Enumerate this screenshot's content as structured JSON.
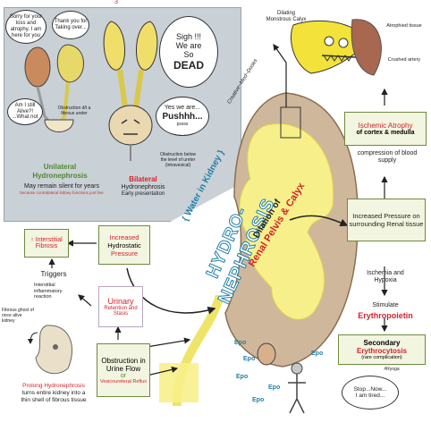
{
  "top_mark": "3",
  "unilateral": {
    "title_line1": "Unilateral",
    "title_line2": "Hydronephrosis",
    "desc_line1": "May remain silent for years",
    "desc_line2": "because contralateral kidney functions just fine"
  },
  "bilateral": {
    "title_line1": "Bilateral",
    "title_line2": "Hydronephrosis",
    "desc": "Early presentation"
  },
  "bubbles": {
    "sorry": "Sorry for your loss and atrophy. I am here for you",
    "thank_you": "Thank you for Taking over...",
    "still_alive": "Am I still Alive?! ...What not",
    "obstruction_fibrous": "Obstruction d/t a fibrous ureter",
    "obstruction_below": "Obstruction below the level of ureter (intravesical)",
    "sigh_line1": "Sigh !!!",
    "sigh_line2": "We are",
    "sigh_line3": "So",
    "sigh_line4": "DEAD",
    "yes_line1": "Yes we are...",
    "yes_line2": "Pushhh...",
    "yes_line3": "pssss"
  },
  "dilating_calyx": "Dilating Monstrous Calyx",
  "atrophied_tissue": "Atrophied tissue",
  "crushed_artery": "Crushed artery",
  "creative_credit": "Creative~Med~Doses",
  "title": {
    "water_in_kidney": "{ Water in Kidney }",
    "hydro": "HYDRO-NEPHROSIS",
    "dilation_line1": "Dilation of",
    "dilation_line2": "Renal Pelvis & Calyx"
  },
  "ischemic_line1": "Ischemic Atrophy",
  "ischemic_line2": "of cortex & medulla",
  "compression": "compression of blood supply",
  "increased_pressure_renal": "Increased Pressure on surrounding Renal tissue",
  "ischemia_hypoxia": "Ischemia and Hypoxia",
  "stimulate": "Stimulate",
  "erythropoietin": "Erythropoietin",
  "secondary_line1": "Secondary",
  "secondary_line2": "Erythrocytosis",
  "rare_complication": "(rare complication)",
  "epo_credit": "#Ryoga",
  "stop_line1": "Stop...Now...",
  "stop_line2": "I am tired...",
  "interstitial_fibrosis": "↑ Interstitial Fibrosis",
  "increased_hydrostatic_line1": "Increased",
  "increased_hydrostatic_line2": "Hydrostatic",
  "increased_hydrostatic_line3": "Pressure",
  "urinary_line1": "Urinary",
  "urinary_line2": "Retention and Stasis",
  "triggers": "Triggers",
  "interstitial_reaction": "Interstitial inflammatory reaction",
  "obstruction_line1": "Obstruction in",
  "obstruction_line2": "Urine Flow",
  "obstruction_or": "or",
  "obstruction_line3": "Vesicoureteral Reflux",
  "fibrous_ghost": "Fibrous ghost of once alive kidney",
  "prolong_line1": "Prolong Hydronephrosis",
  "prolong_line2": "turns entire kidney into a",
  "prolong_line3": "thin shell of fibrous tissue",
  "epo_label": "Epo",
  "colors": {
    "kidney_urine": "#f7f08a",
    "kidney_tissue": "#cfb79c",
    "box_border": "#6e8a3e",
    "red_text": "#d4212b",
    "green_text": "#4e8a2a",
    "hydro_blue": "#1f7fa8"
  }
}
